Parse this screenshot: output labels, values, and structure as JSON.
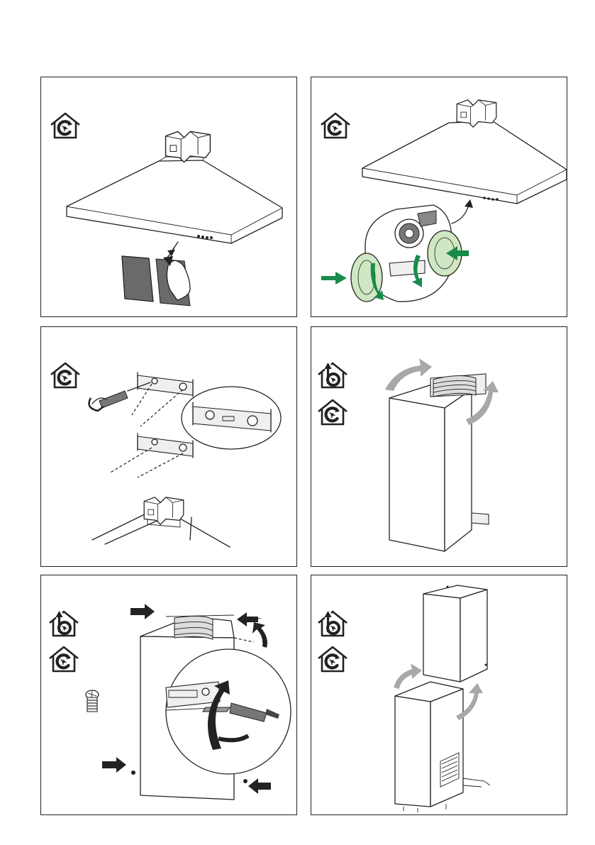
{
  "colors": {
    "line": "#222222",
    "green_arrow": "#1a8a4a",
    "filter_green": "#cfe7c2",
    "gray_arrow": "#a8a8a8",
    "filter_gray": "#6a6a6a"
  },
  "icons": {
    "recirculation": "house-recirculation-icon",
    "extraction": "house-extraction-icon"
  },
  "panels": [
    {
      "id": "panel-1",
      "icons": [
        "house-recirculation-icon"
      ]
    },
    {
      "id": "panel-2",
      "icons": [
        "house-recirculation-icon"
      ]
    },
    {
      "id": "panel-3",
      "icons": [
        "house-recirculation-icon"
      ]
    },
    {
      "id": "panel-4",
      "icons": [
        "house-extraction-icon",
        "house-recirculation-icon"
      ]
    },
    {
      "id": "panel-5",
      "icons": [
        "house-extraction-icon",
        "house-recirculation-icon"
      ]
    },
    {
      "id": "panel-6",
      "icons": [
        "house-extraction-icon",
        "house-recirculation-icon"
      ]
    }
  ]
}
